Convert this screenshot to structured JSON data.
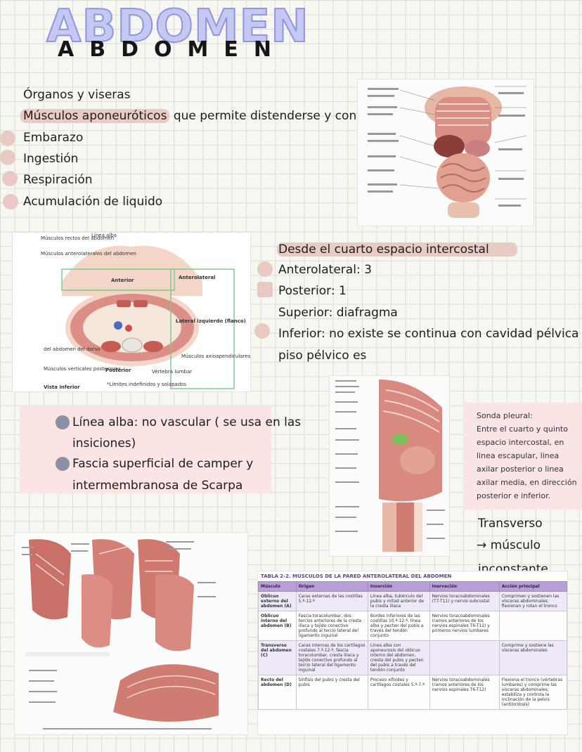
{
  "title": {
    "bg": "ABDOMEN",
    "fg": "ABDOMEN"
  },
  "intro": {
    "line1": "Órganos y viseras",
    "line2_hl": "Músculos aponeuróticos",
    "line2_rest": " que permite distenderse y contraerse",
    "items": [
      "Embarazo",
      "Ingestión",
      "Respiración",
      "Acumulación de liquido"
    ]
  },
  "limits": {
    "heading": "Desde el cuarto espacio intercostal",
    "anterolateral": "Anterolateral: 3",
    "posterior": "Posterior: 1",
    "superior": "Superior: diafragma",
    "inferior1": "Inferior: no existe se continua con cavidad pélvica y el",
    "inferior2": "piso pélvico es"
  },
  "notes": {
    "item1a": "Línea alba: no vascular ( se usa en las",
    "item1b": "insiciones)",
    "item2a": "Fascia superficial de camper y",
    "item2b": "intermembranosa de Scarpa"
  },
  "sonda": {
    "lines": [
      "Sonda pleural:",
      "Entre el cuarto y quinto",
      "espacio intercostal, en",
      "linea escapular, linea",
      "axilar posterior o linea",
      "axilar media, en dirección",
      "posterior e inferior."
    ]
  },
  "transverso": {
    "l1": "Transverso",
    "l2": "→ músculo",
    "l3": "inconstante"
  },
  "cross_section": {
    "labels": {
      "rectos": "Músculos rectos del abdomen",
      "alba": "Línea alba",
      "anterolaterales": "Músculos anterolaterales del abdomen",
      "anterior": "Anterior",
      "anterolateral": "Anterolateral",
      "lateral": "Lateral izquierdo (flanco)",
      "dorso": "del abdomen del dorso",
      "axio": "Músculos axioapendiculares*",
      "vertebra": "Vértebra lumbar",
      "verticales": "Músculos verticales posteriores",
      "posterior": "Posterior",
      "vista": "Vista inferior",
      "nota": "*Límites indefinidos y solapados"
    }
  },
  "table": {
    "caption": "TABLA 2-2. MÚSCULOS DE LA PARED ANTEROLATERAL DEL ABDOMEN",
    "headers": [
      "Músculo",
      "Origen",
      "Inserción",
      "Inervación",
      "Acción principal"
    ],
    "rows": [
      [
        "Oblicuo externo del abdomen (A)",
        "Caras externas de las costillas 5.ª-12.ª",
        "Línea alba, tubérculo del pubis y mitad anterior de la cresta ilíaca",
        "Nervios toracoabdominales (T7-T11) y nervio subcostal",
        "Comprimen y sostienen las vísceras abdominales; flexionan y rotan el tronco"
      ],
      [
        "Oblicuo interno del abdomen (B)",
        "Fascia toracolumbar, dos tercios anteriores de la cresta ilíaca y tejido conectivo profundo al tercio lateral del ligamento inguinal",
        "Bordes inferiores de las costillas 10.ª-12.ª, línea alba y pecten del pubis a través del tendón conjunto",
        "Nervios toracoabdominales (ramos anteriores de los nervios espinales T6-T12) y primeros nervios lumbares",
        ""
      ],
      [
        "Transverso del abdomen (C)",
        "Caras internas de los cartílagos costales 7.ª-12.ª, fascia toracolumbar, cresta ilíaca y tejido conectivo profundo al tercio lateral del ligamento inguinal",
        "Línea alba con aponeurosis del oblicuo interno del abdomen, cresta del pubis y pecten del pubis a través del tendón conjunto",
        "",
        "Comprime y sostiene las vísceras abdominales"
      ],
      [
        "Recto del abdomen (D)",
        "Sínfisis del pubis y cresta del pubis",
        "Proceso xifoides y cartílagos costales 5.ª-7.ª",
        "Nervios toracoabdominales (ramos anteriores de los nervios espinales T6-T12)",
        "Flexiona el tronco (vértebras lumbares) y comprime las vísceras abdominales; estabiliza y controla la inclinación de la pelvis (antilordosis)"
      ]
    ]
  }
}
